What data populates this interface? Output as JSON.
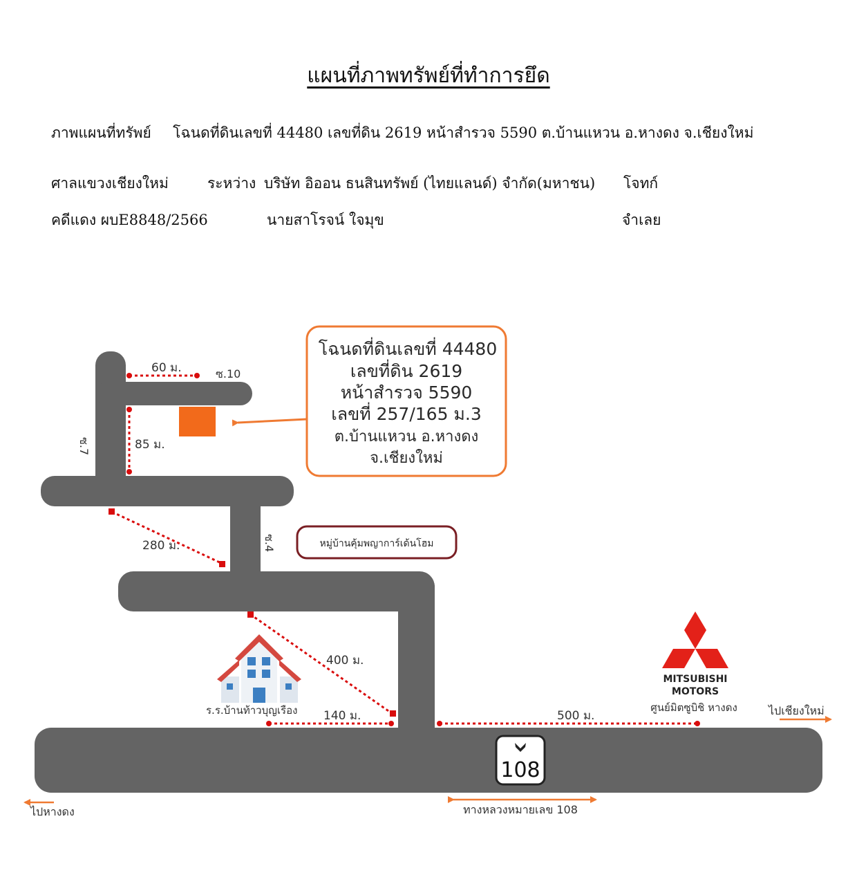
{
  "header": {
    "title": "แผนที่ภาพทรัพย์ที่ทำการยึด",
    "property_label": "ภาพแผนที่ทรัพย์",
    "property_desc": "โฉนดที่ดินเลขที่ 44480 เลขที่ดิน 2619 หน้าสำรวจ 5590 ต.บ้านแหวน อ.หางดง จ.เชียงใหม่",
    "court": "ศาลแขวงเชียงใหม่",
    "between": "ระหว่าง",
    "plaintiff": "บริษัท อิออน ธนสินทรัพย์ (ไทยแลนด์) จำกัด(มหาชน)",
    "plaintiff_role": "โจทก์",
    "case_no": "คดีแดง ผบE8848/2566",
    "defendant": "นายสาโรจน์ ใจมุข",
    "defendant_role": "จำเลย"
  },
  "map": {
    "colors": {
      "road": "#646464",
      "accent": "#ef7a32",
      "distance": "#d90d0d",
      "village_border": "#7a1f24",
      "mitsubishi": "#e32119"
    },
    "info_box": [
      "โฉนดที่ดินเลขที่ 44480",
      "เลขที่ดิน 2619",
      "หน้าสำรวจ 5590",
      "เลขที่ 257/165 ม.3",
      "ต.บ้านแหวน อ.หางดง",
      "จ.เชียงใหม่"
    ],
    "soi_labels": {
      "soi10": "ซ.10",
      "soi7": "ซ.7",
      "soi4": "ซ.4"
    },
    "distances": {
      "d60": "60 ม.",
      "d85": "85 ม.",
      "d280": "280 ม.",
      "d400": "400 ม.",
      "d140": "140 ม.",
      "d500": "500 ม."
    },
    "village": "หมู่บ้านคุ้มพญาการ์เด้นโฮม",
    "school": "ร.ร.บ้านท้าวบุญเรือง",
    "mitsubishi": {
      "brand_line1": "MITSUBISHI",
      "brand_line2": "MOTORS",
      "dealer": "ศูนย์มิตซูบิชิ หางดง"
    },
    "highway": {
      "number": "108",
      "label": "ทางหลวงหมายเลข 108"
    },
    "directions": {
      "left": "ไปหางดง",
      "right": "ไปเชียงใหม่"
    },
    "icons": [
      "house-icon",
      "mitsubishi-logo-icon",
      "highway-shield-icon",
      "arrow-icon"
    ]
  }
}
